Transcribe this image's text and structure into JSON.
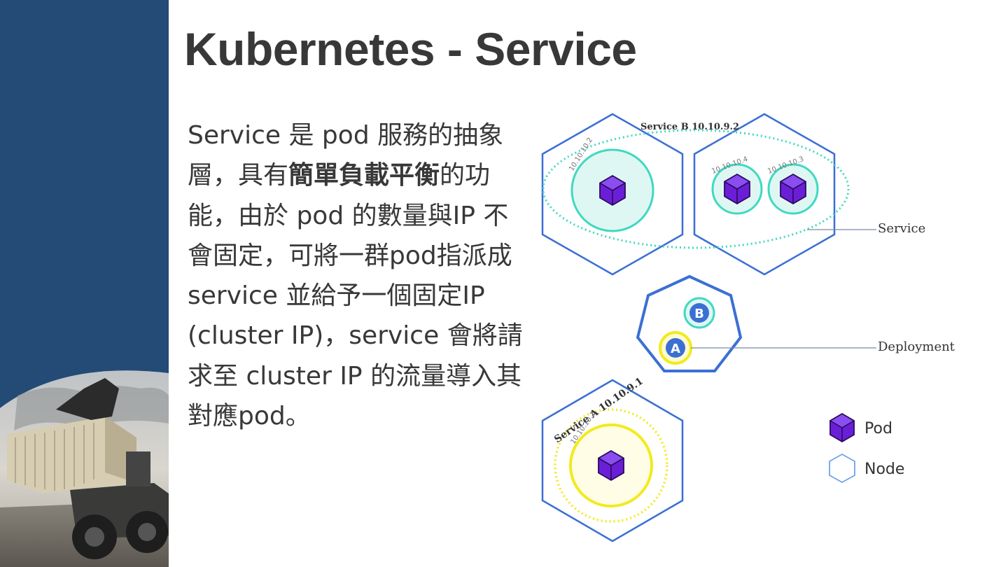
{
  "slide": {
    "title": "Kubernetes - Service",
    "body": {
      "part1": "Service 是 pod 服務的抽象層，具有",
      "bold": "簡單負載平衡",
      "part2": "的功能，由於 pod 的數量與IP 不會固定，可將一群pod指派成 service 並給予一個固定IP (cluster IP)，service 會將請求至 cluster IP 的流量導入其對應pod。"
    }
  },
  "colors": {
    "sidebar": "#234b75",
    "title_text": "#383838",
    "node_outline": "#3b6fd4",
    "service_b": "#40d9c0",
    "service_a": "#f2ea1f",
    "pod": "#6a1fd6"
  },
  "diagram": {
    "service_b_label": "Service B 10.10.9.2",
    "service_b_pod_ips": [
      "10.10.10.2",
      "10.10.10.4",
      "10.10.10.3"
    ],
    "service_a_label": "Service A 10.10.9.1",
    "service_a_pod_ip": "10.10.10.1",
    "callout_service": "Service",
    "callout_deployment": "Deployment",
    "deployment_badges": [
      "B",
      "A"
    ],
    "legend": [
      {
        "icon": "pod-cube-icon",
        "label": "Pod"
      },
      {
        "icon": "node-hexagon-icon",
        "label": "Node"
      }
    ]
  }
}
